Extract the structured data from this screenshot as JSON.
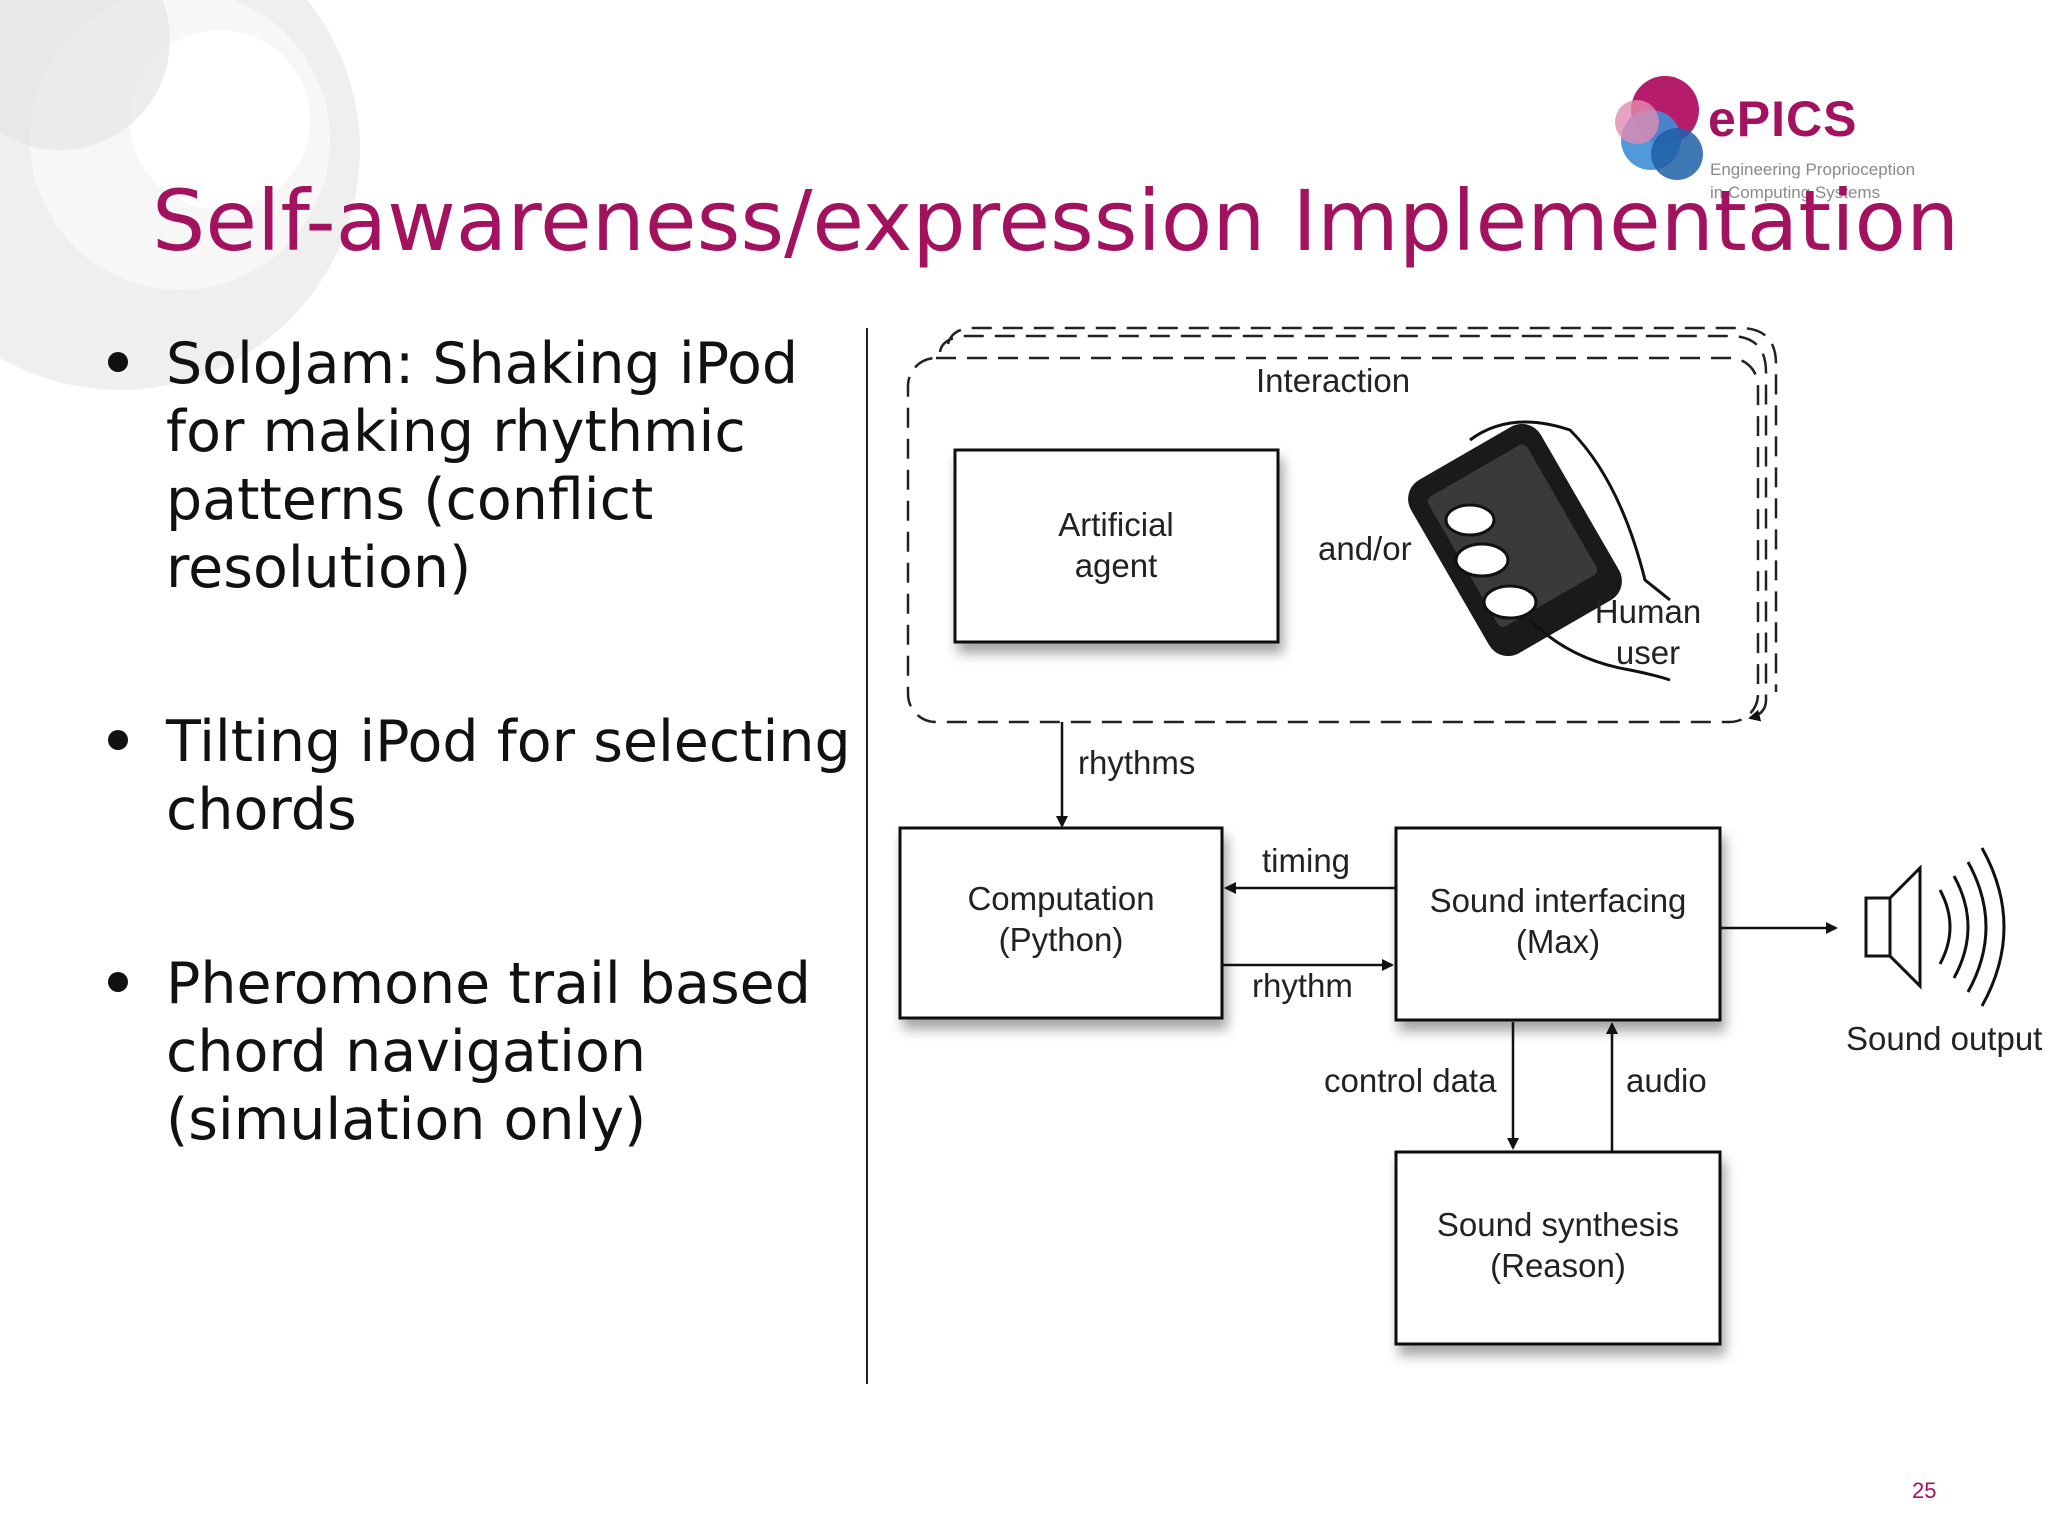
{
  "slide": {
    "title": "Self-awareness/expression Implementation",
    "page_number": "25"
  },
  "logo": {
    "name": "ePICS",
    "tagline_line1": "Engineering Proprioception",
    "tagline_line2": "in Computing Systems"
  },
  "bullets": [
    {
      "text": "SoloJam: Shaking iPod for making rhythmic patterns (conflict resolution)"
    },
    {
      "text": "Tilting iPod for selecting chords"
    },
    {
      "text": "Pheromone trail based chord navigation (simulation only)"
    }
  ],
  "diagram": {
    "interaction_label": "Interaction",
    "agent_line1": "Artificial",
    "agent_line2": "agent",
    "andor": "and/or",
    "human_line1": "Human",
    "human_line2": "user",
    "rhythms": "rhythms",
    "computation_line1": "Computation",
    "computation_line2": "(Python)",
    "timing": "timing",
    "rhythm": "rhythm",
    "sound_interfacing_line1": "Sound interfacing",
    "sound_interfacing_line2": "(Max)",
    "sound_output": "Sound output",
    "control_data": "control data",
    "audio": "audio",
    "synthesis_line1": "Sound synthesis",
    "synthesis_line2": "(Reason)"
  }
}
